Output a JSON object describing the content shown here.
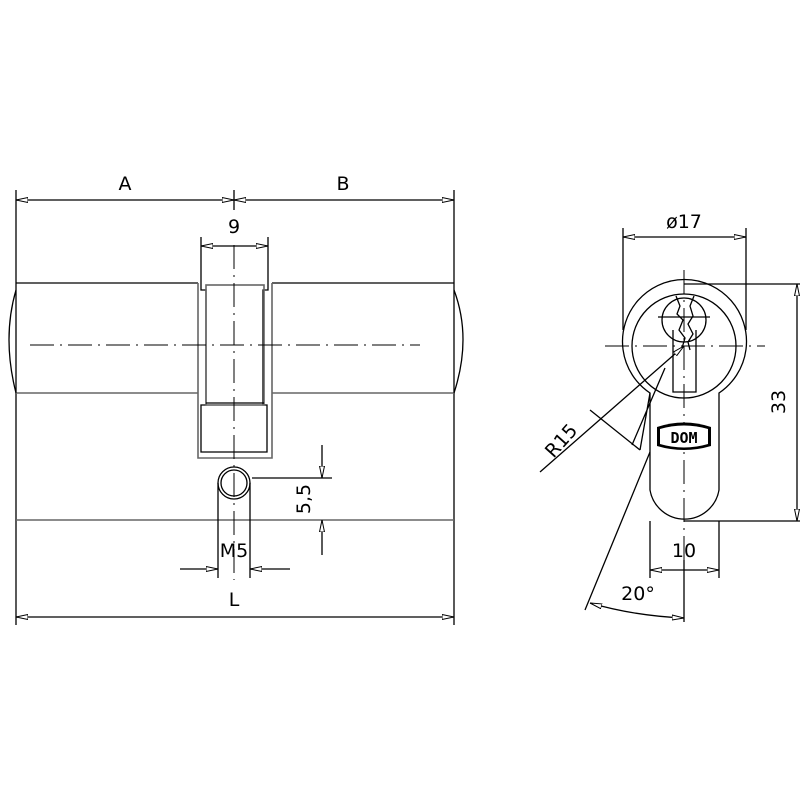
{
  "labels": {
    "a": "A",
    "b": "B",
    "nine": "9",
    "m5": "M5",
    "l": "L",
    "five_five": "5,5",
    "d17": "ø17",
    "thirty_three": "33",
    "r15": "R15",
    "ten": "10",
    "twenty_deg": "20°"
  },
  "logo": {
    "text": "DOM"
  }
}
